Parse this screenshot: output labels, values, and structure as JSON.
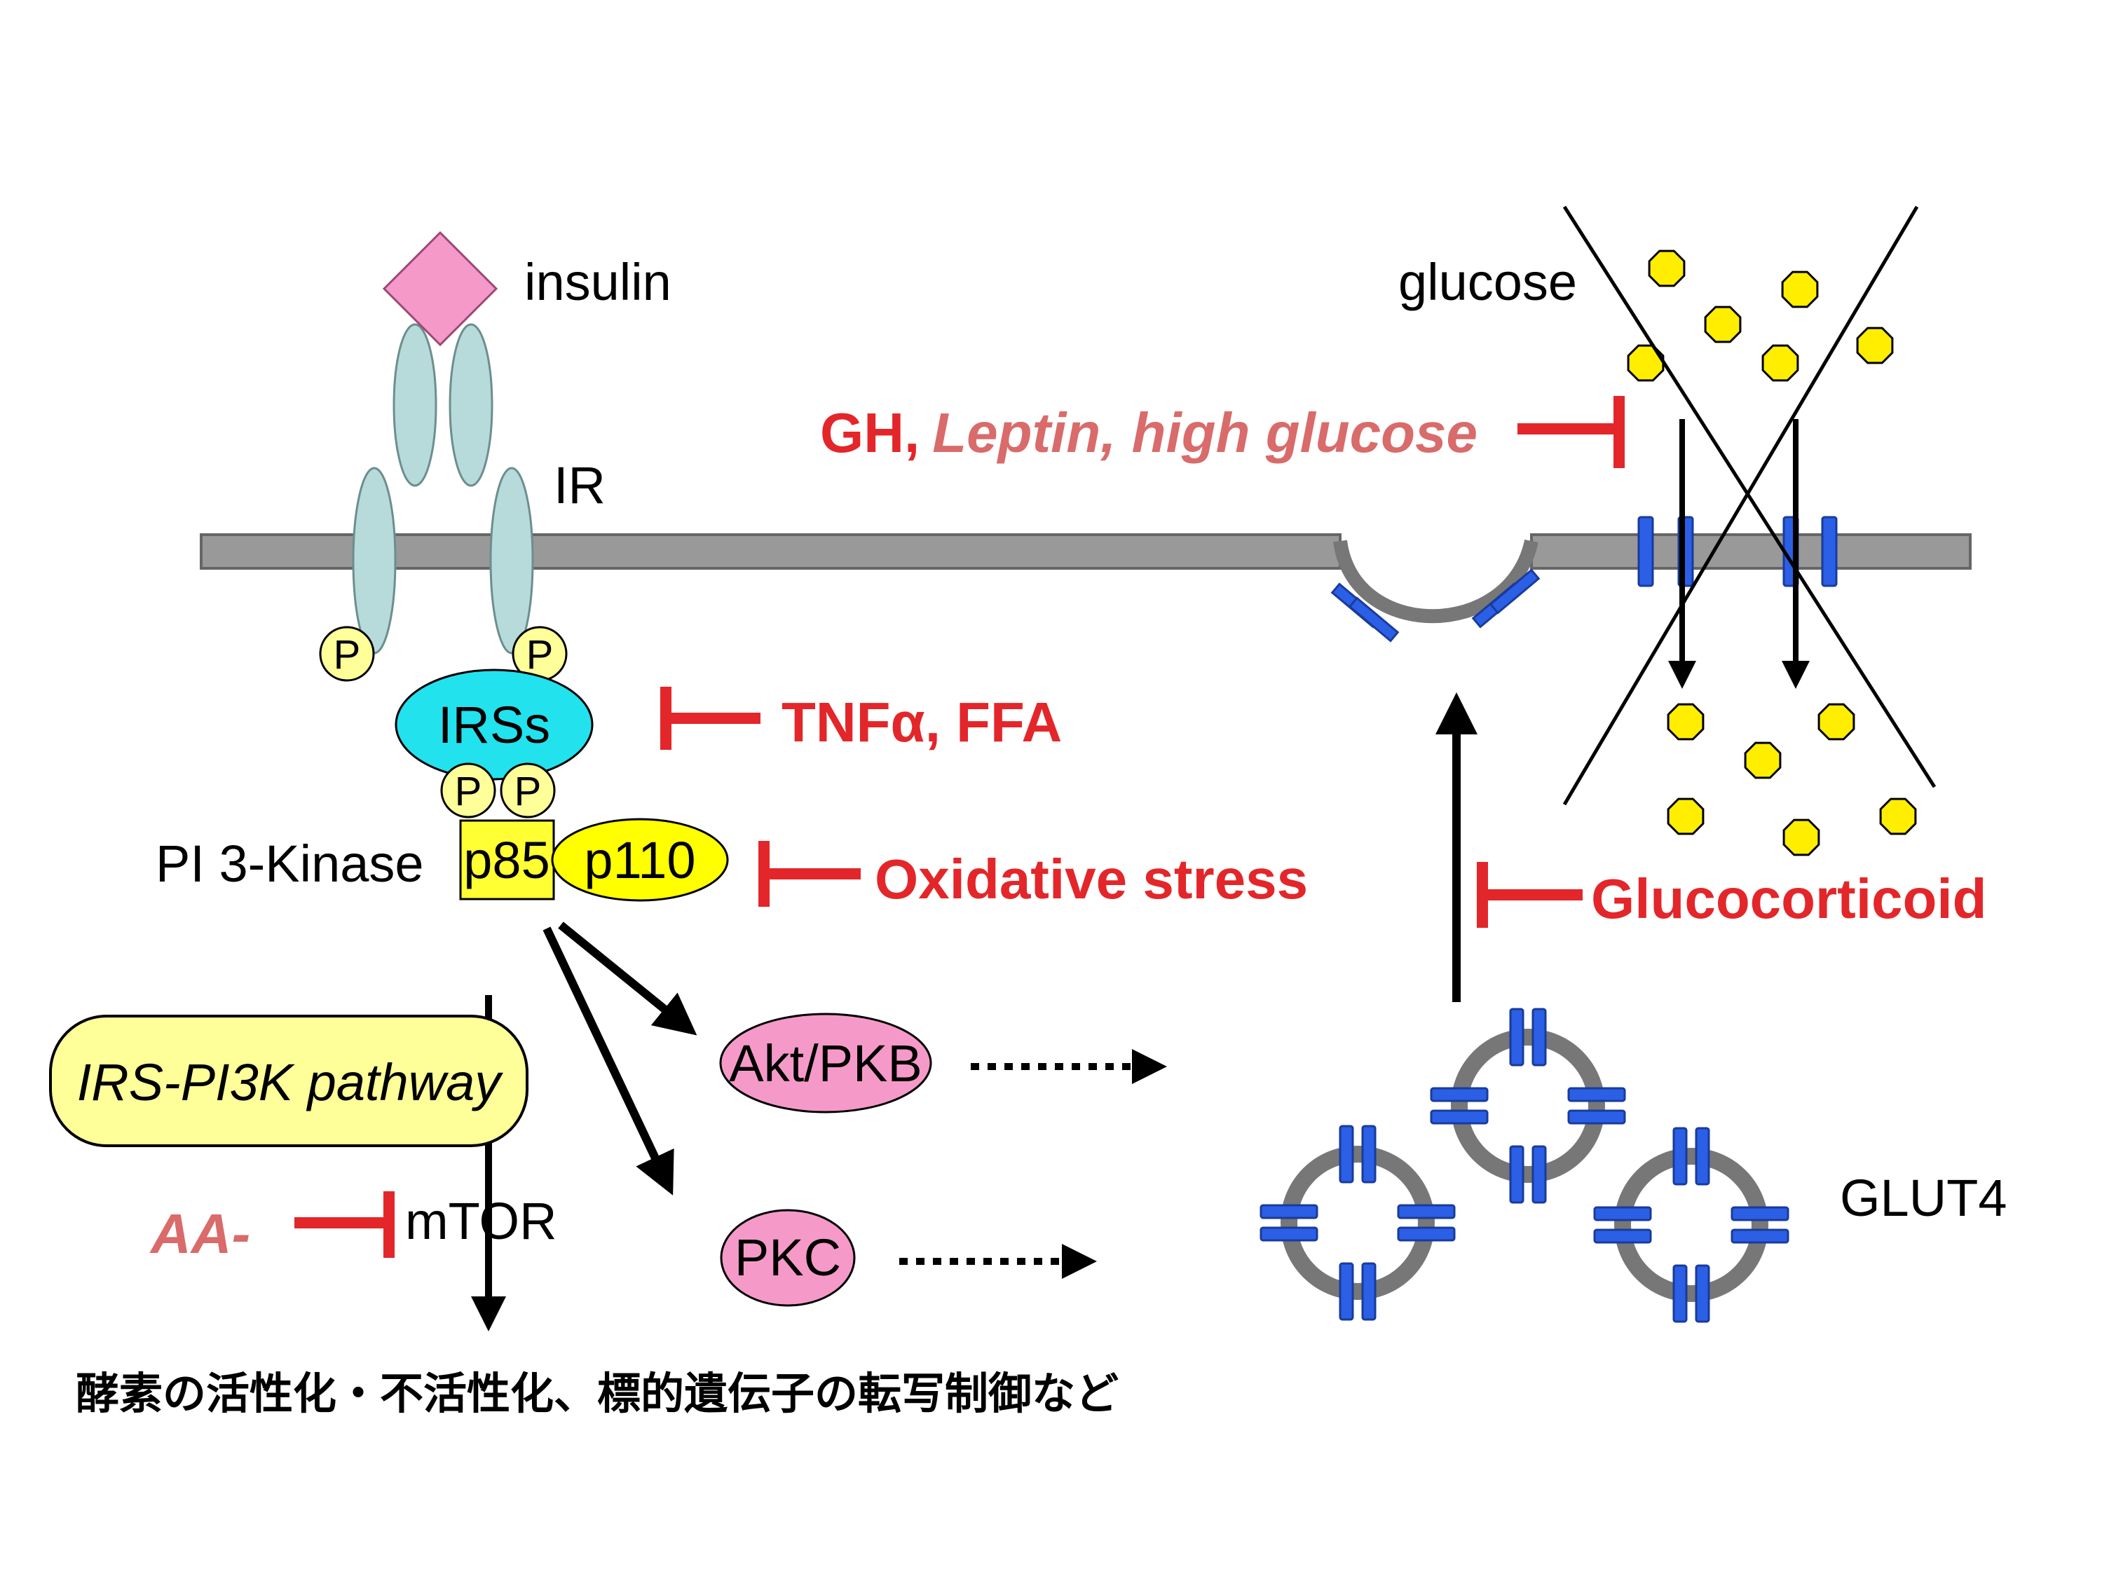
{
  "labels": {
    "insulin": "insulin",
    "ir": "IR",
    "glucose": "glucose",
    "irss": "IRSs",
    "phospho": "P",
    "pi3k": "PI 3-Kinase",
    "p85": "p85",
    "p110": "p110",
    "pathway": "IRS-PI3K pathway",
    "akt": "Akt/PKB",
    "pkc": "PKC",
    "mtor": "mTOR",
    "glut4": "GLUT4",
    "footer": "酵素の活性化・不活性化、標的遺伝子の転写制御など"
  },
  "inhibitors": {
    "gh": "GH,",
    "leptin_high_glucose": "Leptin, high glucose",
    "tnf_ffa": "TNFα, FFA",
    "oxidative": "Oxidative stress",
    "glucocorticoid": "Glucocorticoid",
    "aa": "AA-"
  },
  "colors": {
    "insulin": "#f59ac8",
    "receptor": "#b7dada",
    "irss": "#22e2ee",
    "phospho": "#ffff99",
    "p85": "#ffff33",
    "p110": "#ffff00",
    "pathway_box": "#ffff99",
    "kinase": "#f59ac8",
    "inhibitor": "#e3262a",
    "inhibitor_italic": "#d96b6b",
    "glut4": "#2b5fe6",
    "membrane": "#999999",
    "glucose": "#ffee00"
  }
}
